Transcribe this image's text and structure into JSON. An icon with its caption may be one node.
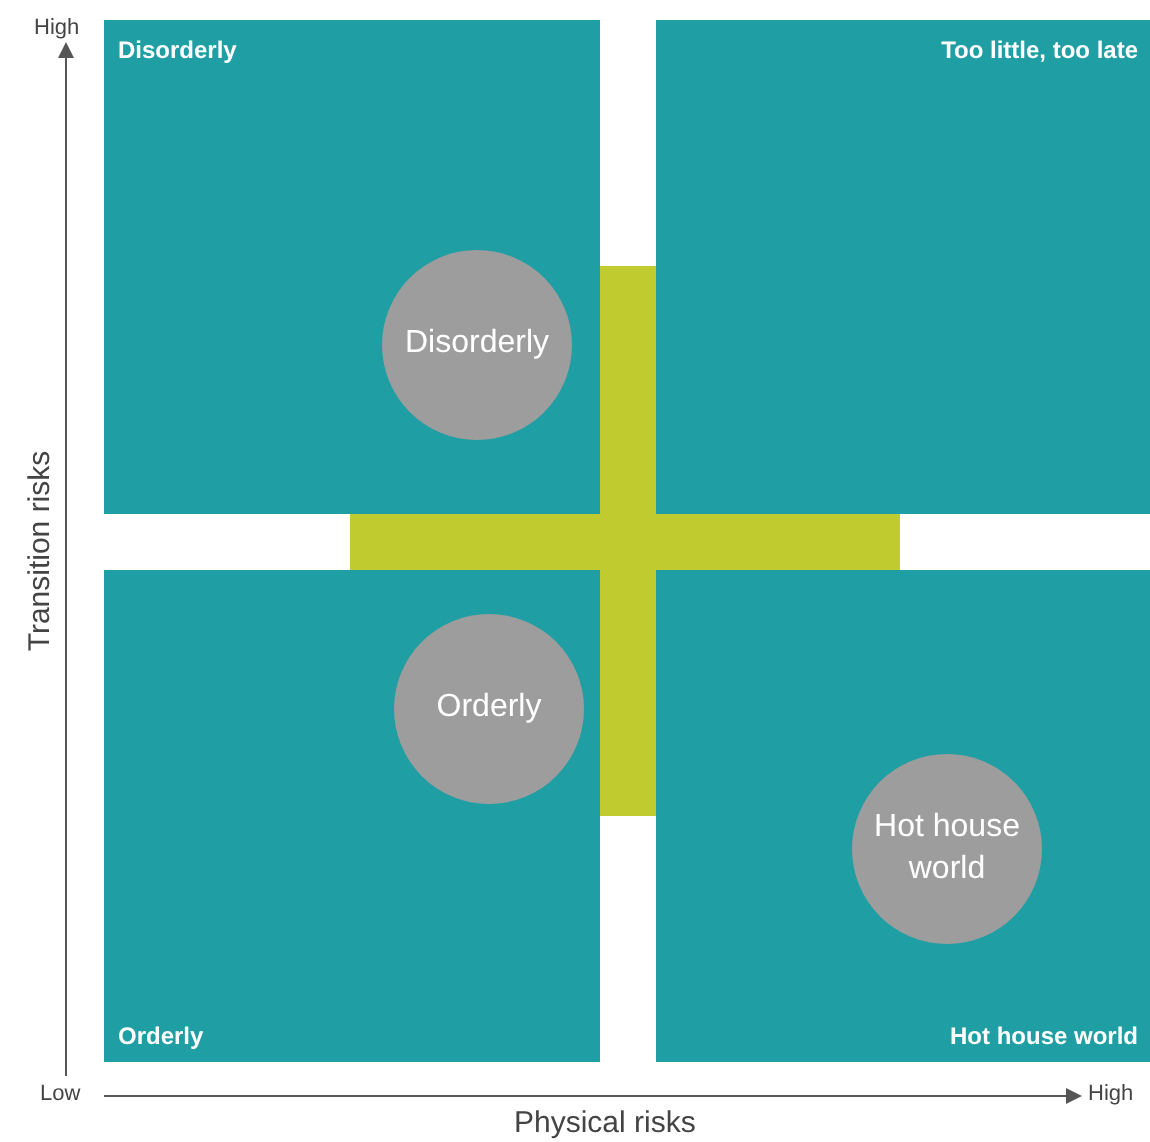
{
  "diagram": {
    "nodes": [
      {
        "text": [
          "Disorderly"
        ]
      },
      {
        "text": [
          "Disorderly"
        ],
        "in": 0
      },
      {
        "text": [
          "Too little, too late"
        ]
      },
      {
        "text": [
          "Orderly"
        ]
      },
      {
        "text": [
          "Orderly"
        ],
        "in": 3
      },
      {
        "text": [
          "Hot house world"
        ]
      },
      {
        "text": [
          "Hot house world"
        ],
        "in": 5
      }
    ],
    "edges": [],
    "labels": [
      "High",
      "Transition risks",
      "Low",
      "Physical risks",
      "High"
    ]
  }
}
